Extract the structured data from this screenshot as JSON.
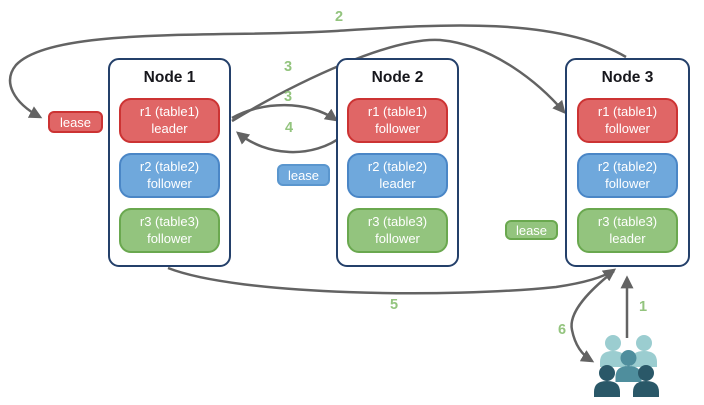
{
  "colors": {
    "red_fill": "#e06666",
    "red_border": "#cc3333",
    "blue_fill": "#6fa8dc",
    "blue_border": "#4a86c6",
    "green_fill": "#93c47e",
    "green_border": "#6aa84f",
    "node_border": "#24406a",
    "arrow": "#636363",
    "step_label": "#93c47e",
    "users_light": "#9bcdd0",
    "users_mid": "#4f8e9d",
    "users_dark": "#2a5868"
  },
  "nodes": [
    {
      "title": "Node 1",
      "replicas": [
        {
          "name": "r1 (table1)",
          "role": "leader",
          "color": "red"
        },
        {
          "name": "r2 (table2)",
          "role": "follower",
          "color": "blue"
        },
        {
          "name": "r3 (table3)",
          "role": "follower",
          "color": "green"
        }
      ]
    },
    {
      "title": "Node 2",
      "replicas": [
        {
          "name": "r1 (table1)",
          "role": "follower",
          "color": "red"
        },
        {
          "name": "r2 (table2)",
          "role": "leader",
          "color": "blue"
        },
        {
          "name": "r3 (table3)",
          "role": "follower",
          "color": "green"
        }
      ]
    },
    {
      "title": "Node 3",
      "replicas": [
        {
          "name": "r1 (table1)",
          "role": "follower",
          "color": "red"
        },
        {
          "name": "r2 (table2)",
          "role": "follower",
          "color": "blue"
        },
        {
          "name": "r3 (table3)",
          "role": "leader",
          "color": "green"
        }
      ]
    }
  ],
  "leases": [
    {
      "label": "lease",
      "color": "red"
    },
    {
      "label": "lease",
      "color": "blue"
    },
    {
      "label": "lease",
      "color": "green"
    }
  ],
  "steps": {
    "s1": "1",
    "s2": "2",
    "s3a": "3",
    "s3b": "3",
    "s4": "4",
    "s5": "5",
    "s6": "6"
  }
}
